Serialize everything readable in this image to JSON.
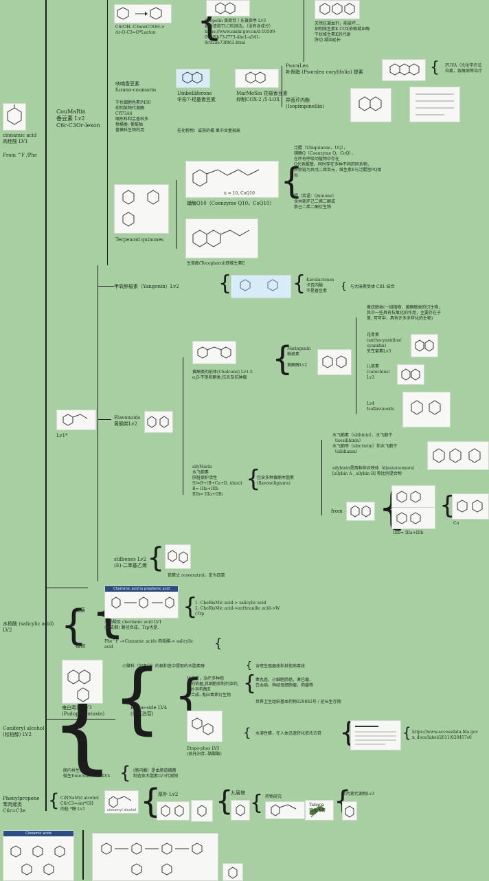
{
  "root": {
    "cinnamic": "cinnamic acid\n肉桂酸 LV1",
    "from": "From ^F /Phe"
  },
  "coumarin": {
    "main": "CouMaRin\n香豆素 Lv2\nC6r-C3Or-lexon",
    "formula": "C6rOH--C3enoCOOH->\nAr-O-C3=O*Lacton",
    "furano": "呋喃香豆素\nfurano-coumarin",
    "p450": "干扰细胞色素P450\n抑制某物代谢酶\nCYP3A4\n嘲形科和芸香科多\n柑橘类: 葡萄柚\n蔷薇科生物利用",
    "umbell": "Umbelliferone\n伞形7-羟基香豆素",
    "marmesin": "MarMeSin 花椒香豆素\n抑制COX-2 /5-LOX",
    "guihua": "桂化粉物：或熟的橘 果中含量很高",
    "scopolin": "Scopolin 莨菪苷 / 东莨菪亭 Lv3\n避暑皮肤TLC检测法。（没有含成分）\nhttps://www.nmhr.gov.cn/d-10509-\n098f9b73-f773-4be1-a541-\n8c92ae73f863.html",
    "dicoumarol": "天然抗凝血剂，能破坏...\n抑制维生素K COX依赖凝血酶\n干扰维生素K的代谢\n肝功 凝血延长",
    "psoralen": "PsoraLen\n补骨脂 (Psoralea corylifolia) 提素",
    "puva": "PUVA（光化学疗法\n白癜，银屑病等治疗",
    "isopimp": "异茴芹内酯\n(Isopimpinellin)"
  },
  "quinone": {
    "ubiquinone": "泛醌（Ubiquinone，UQ），\n辅酶Q（Coenzyme Q，CoQ），\n在所有呼吸动植物中存在\nQ代表醌基，同时存在多种不同的同系物，\n其侧链为异戊二烯单元，维生素E与泛醌皆PQ相\n似",
    "quinone_def": "醌（英语：Quinone）\n含共轭环己二烯二酮或\n萘己二烯二酮衍生物",
    "coq10": "辅酶Q10（Coenzyme Q10，CoQ10）",
    "n_label": "n = 10, CoQ10",
    "terpenoid": "Terpenoid quinones",
    "tocopherol": "生育酚(Tocopherol)即维生素E"
  },
  "yangonin": {
    "main": "甲氧醉椒素（Yangonin）Lv2",
    "kava": "Kavalactones\n卡瓦内酯\n不是香豆素",
    "cb1": "与大麻素受体 CB1 结合"
  },
  "flavonoid": {
    "lv1": "Lv1*",
    "main": "Flavonoids\n黄酮类Lv2",
    "chalcone": "黄酮类的前体(Chalcone) Lv1.5\nα,β-不饱和酮类,抗炎及抗肿瘤",
    "naringenin": "Naringenin\n柚皮素\n\n黄酮醇Lv2",
    "flavanol": "黄烷醇类(一组植物，黄酮醇类的衍生物，\n其中一些具有抗氧化的作用，主要存在于\n茶, 可可中，具有许多多样化的生物)",
    "anthocyanidin": "花青素\n(anthocyanidins/\ncyanidin)\n矢车菊素Lv3",
    "catechin": "儿茶素\n(catechins)\nLv3",
    "isoflavone": "Lv4\nIsoflavonoids",
    "silymarin": "silyMarin\n水飞蓟素\n肝脏保护活性\nSI=B+(B+Ca+D, (dan))\nB= IIIa+IIIb\nIIIb= IIIa+IIIb",
    "flavonolignan": "包含多种黄酮木脂素\n(flavonolignans)",
    "silibinin": "水飞蓟素（silibinin）、水飞蓟宁\n（isosilibinin）\n水飞蓟亭（silicristin）和水飞蓟宁\n（silidianin）",
    "diastereomer": "silybinin是两种非对映体（diastereomers）\n[silybin A , silybin B] 等比例混合物",
    "from": "from",
    "iiib": "IIIb= IIIa+IIIb",
    "ca": "Ca"
  },
  "stilbene": {
    "main": "stilbenes Lv2\n(E)-二苯基乙烯",
    "resv": "芪醛丈 resveratrol，定为四氯"
  },
  "salicylic": {
    "main": "水杨酸 (salicylic acid)\nLV2",
    "bacteria": "细菌",
    "plant": "植物",
    "chor_header": "Chorismic acid to prephenic acid",
    "chorismic": "水杨酸及 chorismic acid LV1\n(分支酸) 路径合成，Trp也是.",
    "path1": "1. ChoRisMic acid-> salicylic acid\n2. ChoRisMic acid->anthranilic acid->W\n(Trp",
    "plant_path": "Phe^F ->Cinnamic acids 肉桂酸-> salicylic\nacid"
  },
  "coniferyl": {
    "main": "Coniferyl alcohol\n(松柏醇) LV2",
    "podophyllo": "鬼臼毒素 LV3\n(Podophyllotoxin)",
    "xiaobai": "小檗科（如鬼臼）的根和茎中提取的木脂素醇",
    "xiaobai2": "含喹生殖器疣和其他病毒疣",
    "etopo": "Etopo-side LV4\n(依托泊苷)",
    "anti": "化疗药，治疗多种癌\n症的依据,其细胞抑制剂束药,\n拓扑异构酶II\n半合成--鬼臼毒素衍生物",
    "cancers": "睾丸癌，小细胞肺癌，淋巴瘤，\n白血病，神经母细胞瘤，肉瘤等",
    "who": "世界卫生组织基本药物029882号 / 延长生存期",
    "etopophos": "Etopo-phos LV5\n(依托泊苷--磷酸酯)",
    "water": "水溶性醛，在人体迅速转化依托泊苷",
    "url": "https://www.accessdata.fda.gov\nn_docs/label/2011/020457s0",
    "enterolactone": "肠内共生菌转化\n微生Enterolactone LV4",
    "enterolignan": "(肠内酯）是由肠道细菌\n制造体木脂素LV3代谢物"
  },
  "phenyl": {
    "main": "Phenylpropene\n苯丙烯类\nC6r=C3e",
    "cinnamyl": "CiNNaMyl alcohol\nC6rC3=enr*OH\n肉桂 *醇  Lv1",
    "cinn_caption": "cinnamyl alcohol",
    "houpo": "厚朴 Lv2",
    "jiu": "九层塔",
    "yaofen": "药物研究",
    "tail": "苯丙素代谢物Lv3",
    "leaf_label": "Tabaco\n荷兰薄荷",
    "cinnamic_header": "Cinnamic acids"
  }
}
